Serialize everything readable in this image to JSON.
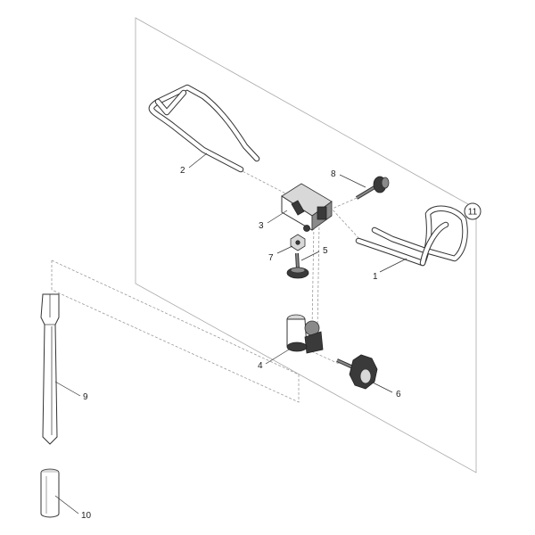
{
  "callouts": {
    "p1": "1",
    "p2": "2",
    "p3": "3",
    "p4": "4",
    "p5": "5",
    "p6": "6",
    "p7": "7",
    "p8": "8",
    "p9": "9",
    "p10": "10",
    "p11": "11"
  },
  "colors": {
    "line": "#333333",
    "dashed": "#9a9a9a",
    "shade_dark": "#3a3a3a",
    "shade_light": "#d8d8d8",
    "background": "#ffffff"
  }
}
